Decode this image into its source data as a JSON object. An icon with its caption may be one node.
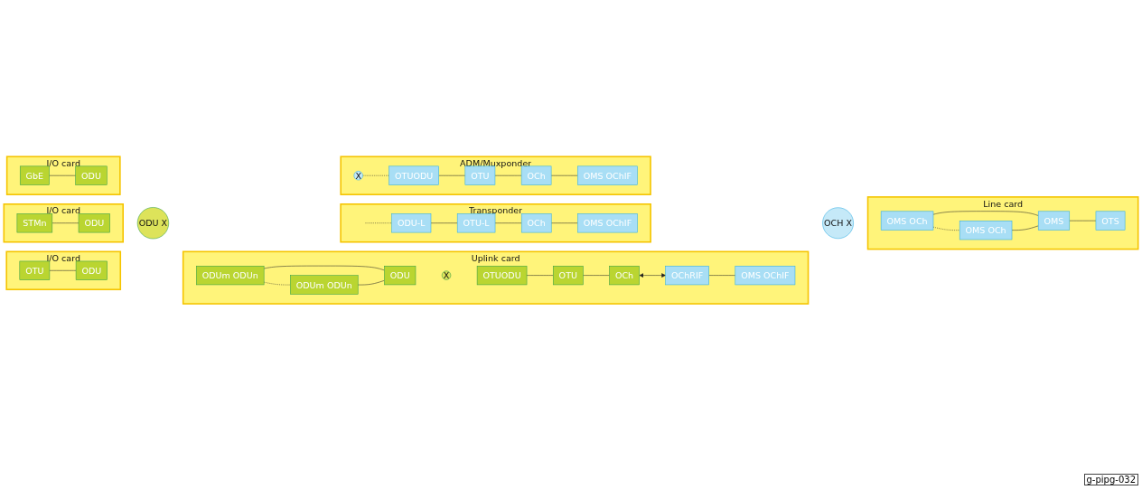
{
  "diagram": {
    "nodes": [
      {
        "text": [
          "ADM/Muxponder"
        ]
      },
      {
        "text": [
          "X"
        ],
        "in": 0
      },
      {
        "text": [
          "OTUODU"
        ],
        "in": 0
      },
      {
        "text": [
          "OTU"
        ],
        "in": 0
      },
      {
        "text": [
          "OCh"
        ],
        "in": 0
      },
      {
        "text": [
          "OMS OChIF"
        ],
        "in": 0
      },
      {
        "text": [
          "OCH X"
        ]
      },
      {
        "text": [
          "Transponder"
        ]
      },
      {
        "text": [
          "ODU-L"
        ],
        "in": 7
      },
      {
        "text": [
          "OTU-L"
        ],
        "in": 7
      },
      {
        "text": [
          "OCh"
        ],
        "in": 7
      },
      {
        "text": [
          "OMS OChIF"
        ],
        "in": 7
      },
      {
        "text": [
          "I/O card"
        ]
      },
      {
        "text": [
          "GbE"
        ],
        "in": 12
      },
      {
        "text": [
          "ODU"
        ],
        "in": 12
      },
      {
        "text": [
          "ODU X"
        ]
      },
      {
        "text": [
          "Line card"
        ]
      },
      {
        "text": [
          "OMS OCh"
        ],
        "in": 16
      },
      {
        "text": [
          "OMS OCh"
        ],
        "in": 16
      },
      {
        "text": [
          "OMS"
        ],
        "in": 16
      },
      {
        "text": [
          "OTS"
        ],
        "in": 16
      },
      {
        "text": [
          "I/O card"
        ]
      },
      {
        "text": [
          "STMn"
        ],
        "in": 21
      },
      {
        "text": [
          "ODU"
        ],
        "in": 21
      },
      {
        "text": [
          "Uplink card"
        ]
      },
      {
        "text": [
          "OChRIF"
        ],
        "in": 24
      },
      {
        "text": [
          "OMS OChIF"
        ],
        "in": 24
      },
      {
        "text": [
          "ODUm ODUn"
        ],
        "in": 24
      },
      {
        "text": [
          "ODUm ODUn"
        ],
        "in": 24
      },
      {
        "text": [
          "ODU"
        ],
        "in": 24
      },
      {
        "text": [
          "X"
        ],
        "in": 24
      },
      {
        "text": [
          "OTUODU"
        ],
        "in": 24
      },
      {
        "text": [
          "OTU"
        ],
        "in": 24
      },
      {
        "text": [
          "OCh"
        ],
        "in": 24
      },
      {
        "text": [
          "I/O card"
        ]
      },
      {
        "text": [
          "OTU"
        ],
        "in": 34
      },
      {
        "text": [
          "ODU"
        ],
        "in": 34
      }
    ],
    "edges": [
      {
        "from": 1,
        "to": 2,
        "arrow": "none",
        "style": "dashed"
      },
      {
        "from": 2,
        "to": 3,
        "arrow": "none"
      },
      {
        "from": 3,
        "to": 4,
        "arrow": "none"
      },
      {
        "from": 4,
        "to": 5,
        "arrow": "none"
      },
      {
        "from": null,
        "to": 8,
        "arrow": "none",
        "style": "dashed"
      },
      {
        "from": 8,
        "to": 9,
        "arrow": "none"
      },
      {
        "from": 9,
        "to": 10,
        "arrow": "none"
      },
      {
        "from": 10,
        "to": 11,
        "arrow": "none"
      },
      {
        "from": 13,
        "to": 14,
        "arrow": "none"
      },
      {
        "from": 17,
        "to": 18,
        "arrow": "none",
        "style": "dashed"
      },
      {
        "from": 17,
        "to": 19,
        "arrow": "none"
      },
      {
        "from": 18,
        "to": 19,
        "arrow": "none"
      },
      {
        "from": 19,
        "to": 20,
        "arrow": "none"
      },
      {
        "from": 22,
        "to": 23,
        "arrow": "none"
      },
      {
        "from": 25,
        "to": 26,
        "arrow": "none"
      },
      {
        "from": 27,
        "to": 28,
        "arrow": "none",
        "style": "dashed"
      },
      {
        "from": 27,
        "to": 29,
        "arrow": "none"
      },
      {
        "from": 28,
        "to": 29,
        "arrow": "none"
      },
      {
        "from": 31,
        "to": 32,
        "arrow": "none"
      },
      {
        "from": 32,
        "to": 33,
        "arrow": "none"
      },
      {
        "from": 33,
        "to": 25,
        "arrow": "both"
      },
      {
        "from": 35,
        "to": 36,
        "arrow": "none"
      }
    ],
    "labels": [
      "g-pipg-032"
    ]
  }
}
